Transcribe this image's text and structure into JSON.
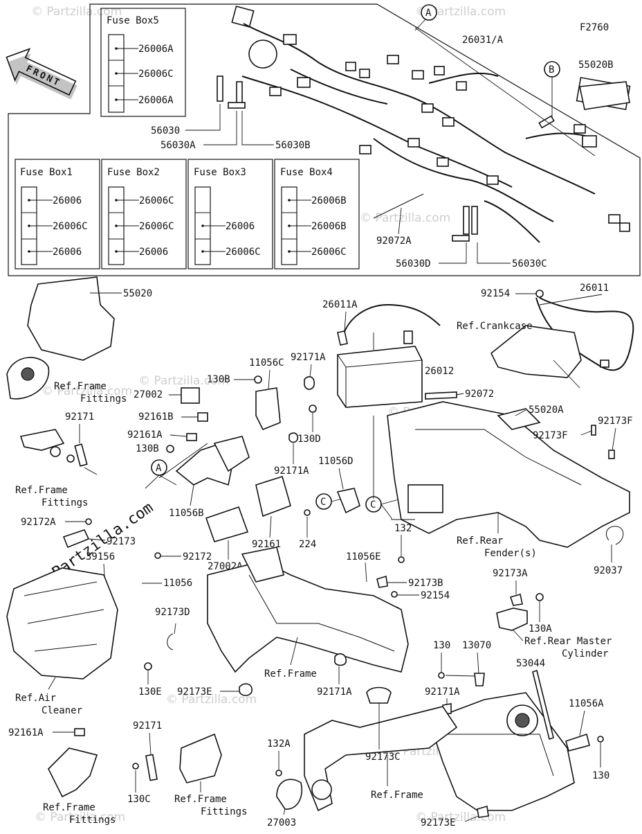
{
  "figure_code": "F2760",
  "front_arrow": "FRONT",
  "watermark": "© Partzilla.com",
  "fuse_boxes": [
    {
      "title": "Fuse Box1",
      "items": [
        "26006",
        "26006C",
        "26006"
      ]
    },
    {
      "title": "Fuse Box2",
      "items": [
        "26006C",
        "26006C",
        "26006"
      ]
    },
    {
      "title": "Fuse Box3",
      "items": [
        "",
        "26006",
        "26006C"
      ]
    },
    {
      "title": "Fuse Box4",
      "items": [
        "26006B",
        "26006B",
        "26006C"
      ]
    },
    {
      "title": "Fuse Box5",
      "items": [
        "26006A",
        "26006C",
        "26006A"
      ]
    }
  ],
  "callouts": {
    "a": "A",
    "b": "B",
    "c": "C"
  },
  "parts": {
    "p26031A": "26031/A",
    "p55020B": "55020B",
    "p56030": "56030",
    "p56030A": "56030A",
    "p56030B": "56030B",
    "p92072A": "92072A",
    "p56030D": "56030D",
    "p56030C": "56030C",
    "p55020": "55020",
    "p92154a": "92154",
    "p26011": "26011",
    "p26011A": "26011A",
    "p26012": "26012",
    "p11056C": "11056C",
    "p92171A_1": "92171A",
    "p130B_1": "130B",
    "p27002": "27002",
    "p92161B": "92161B",
    "p92161A_1": "92161A",
    "p130B_2": "130B",
    "p130D": "130D",
    "p92171A_2": "92171A",
    "p11056B": "11056B",
    "p92171_1": "92171",
    "p92072": "92072",
    "p55020A": "55020A",
    "p92173F_1": "92173F",
    "p92173F_2": "92173F",
    "p11056D": "11056D",
    "p224": "224",
    "p92161": "92161",
    "p27002A": "27002A",
    "p92172A": "92172A",
    "p92173": "92173",
    "p92172": "92172",
    "p39156": "39156",
    "p11056": "11056",
    "p11056E": "11056E",
    "p132": "132",
    "p92173B": "92173B",
    "p92154b": "92154",
    "p92037": "92037",
    "p92173A": "92173A",
    "p130A": "130A",
    "p92173D": "92173D",
    "p130E": "130E",
    "p92173E_1": "92173E",
    "p92171A_3": "92171A",
    "p130": "130",
    "p13070": "13070",
    "p53044": "53044",
    "p92171A_4": "92171A",
    "p11056A": "11056A",
    "p130_2": "130",
    "p92173C": "92173C",
    "p132A": "132A",
    "p92161A_2": "92161A",
    "p92171_2": "92171",
    "p130C": "130C",
    "p27003": "27003",
    "p92173E_2": "92173E"
  },
  "refs": {
    "crankcase": "Ref.Crankcase",
    "frame_fittings_1a": "Ref.Frame",
    "frame_fittings_1b": "Fittings",
    "frame_fittings_2a": "Ref.Frame",
    "frame_fittings_2b": "Fittings",
    "rear_fender_a": "Ref.Rear",
    "rear_fender_b": "Fender(s)",
    "rear_master_a": "Ref.Rear Master",
    "rear_master_b": "Cylinder",
    "frame_1": "Ref.Frame",
    "air_cleaner_a": "Ref.Air",
    "air_cleaner_b": "Cleaner",
    "frame_fittings_3a": "Ref.Frame",
    "frame_fittings_3b": "Fittings",
    "frame_fittings_4a": "Ref.Frame",
    "frame_fittings_4b": "Fittings",
    "frame_2": "Ref.Frame"
  }
}
